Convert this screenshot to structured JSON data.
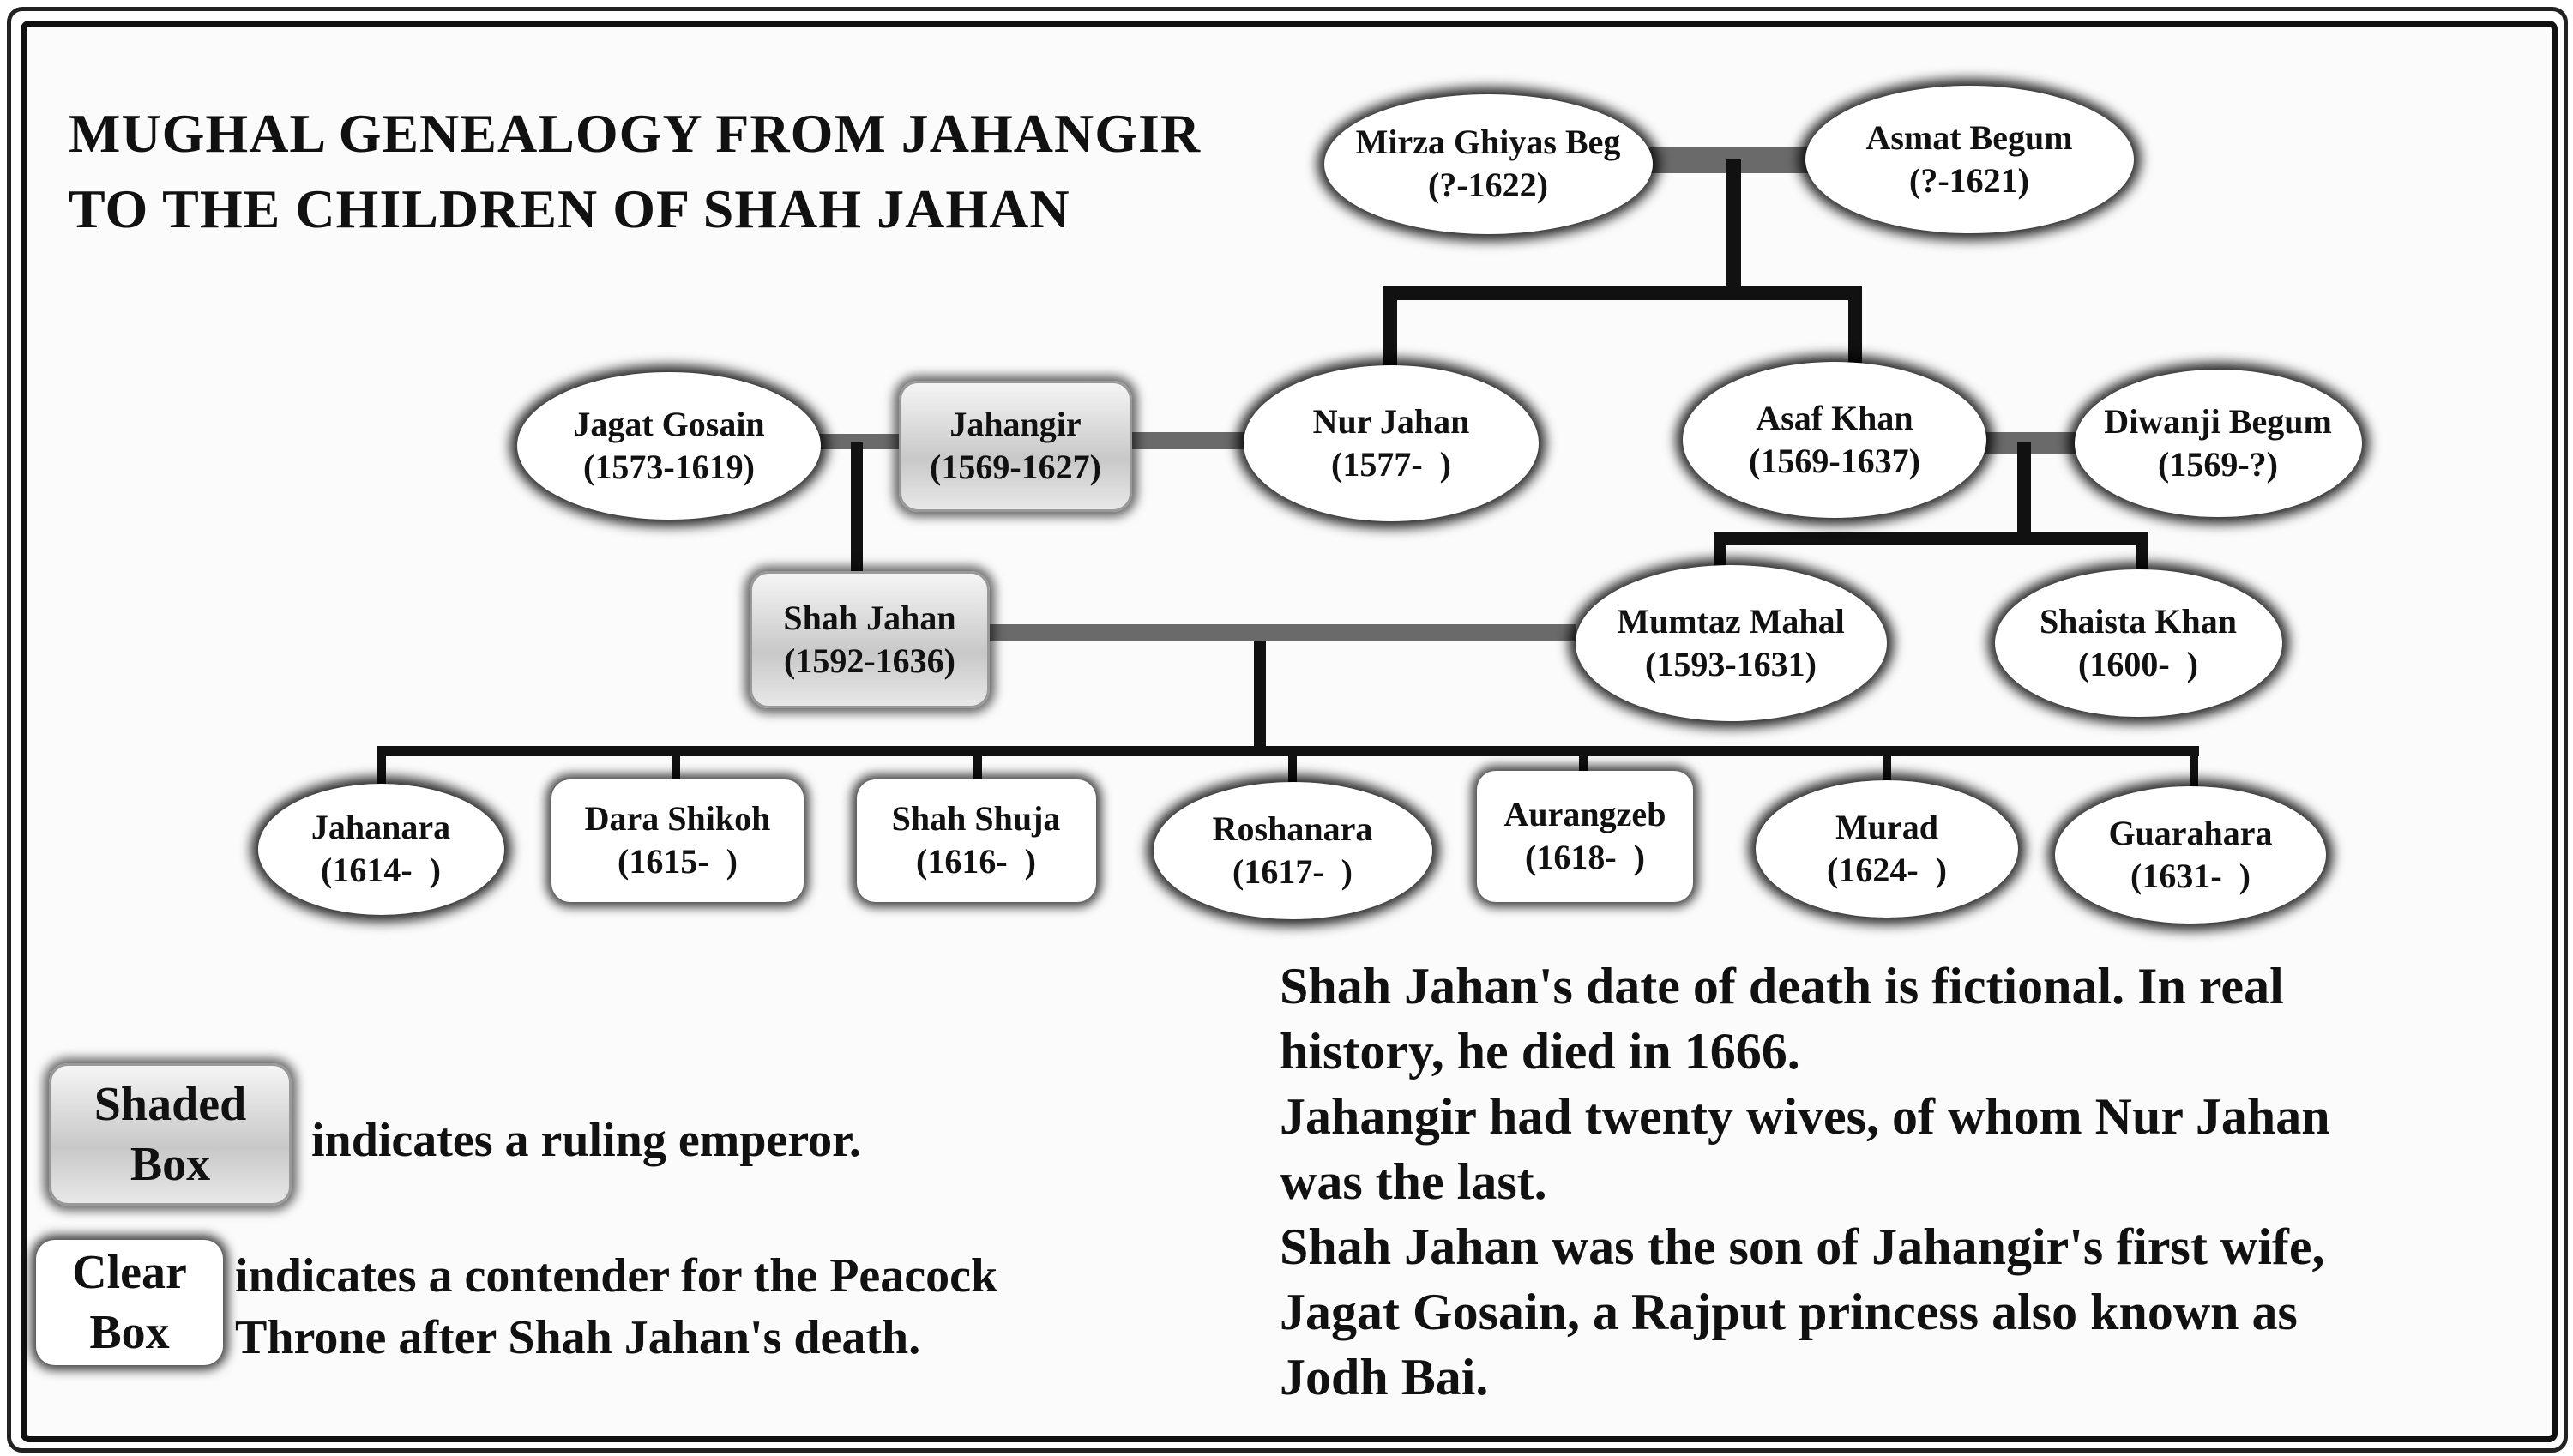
{
  "title": [
    "MUGHAL GENEALOGY FROM JAHANGIR",
    "TO THE CHILDREN OF SHAH JAHAN"
  ],
  "nodes": [
    {
      "id": "mirza",
      "name": "Mirza Ghiyas Beg",
      "dates": "(?-1622)",
      "style": "ellipse"
    },
    {
      "id": "asmat",
      "name": "Asmat Begum",
      "dates": "(?-1621)",
      "style": "ellipse"
    },
    {
      "id": "jagat",
      "name": "Jagat Gosain",
      "dates": "(1573-1619)",
      "style": "ellipse"
    },
    {
      "id": "jahangir",
      "name": "Jahangir",
      "dates": "(1569-1627)",
      "style": "shaded"
    },
    {
      "id": "nur",
      "name": "Nur Jahan",
      "dates": "(1577-  )",
      "style": "ellipse"
    },
    {
      "id": "asaf",
      "name": "Asaf Khan",
      "dates": "(1569-1637)",
      "style": "ellipse"
    },
    {
      "id": "diwanji",
      "name": "Diwanji Begum",
      "dates": "(1569-?)",
      "style": "ellipse"
    },
    {
      "id": "shahjahan",
      "name": "Shah Jahan",
      "dates": "(1592-1636)",
      "style": "shaded"
    },
    {
      "id": "mumtaz",
      "name": "Mumtaz Mahal",
      "dates": "(1593-1631)",
      "style": "ellipse"
    },
    {
      "id": "shaista",
      "name": "Shaista Khan",
      "dates": "(1600-  )",
      "style": "ellipse"
    },
    {
      "id": "jahanara",
      "name": "Jahanara",
      "dates": "(1614-  )",
      "style": "ellipse"
    },
    {
      "id": "dara",
      "name": "Dara Shikoh",
      "dates": "(1615-  )",
      "style": "clear"
    },
    {
      "id": "shuja",
      "name": "Shah Shuja",
      "dates": "(1616-  )",
      "style": "clear"
    },
    {
      "id": "roshanara",
      "name": "Roshanara",
      "dates": "(1617-  )",
      "style": "ellipse"
    },
    {
      "id": "aurangzeb",
      "name": "Aurangzeb",
      "dates": "(1618-  )",
      "style": "clear"
    },
    {
      "id": "murad",
      "name": "Murad",
      "dates": "(1624-  )",
      "style": "ellipse"
    },
    {
      "id": "guarahara",
      "name": "Guarahara",
      "dates": "(1631-  )",
      "style": "ellipse"
    }
  ],
  "legend": {
    "shaded": {
      "box": [
        "Shaded",
        "Box"
      ],
      "text": "indicates a ruling emperor."
    },
    "clear": {
      "box": [
        "Clear",
        "Box"
      ],
      "text": [
        "indicates a contender for the Peacock",
        "Throne after Shah Jahan's death."
      ]
    }
  },
  "notes": [
    "Shah Jahan's date of death is fictional. In real",
    "history, he died in 1666.",
    "Jahangir had twenty wives, of whom Nur Jahan",
    "was the last.",
    "Shah Jahan was the son of Jahangir's first wife,",
    "Jagat Gosain, a Rajput princess also known as",
    "Jodh Bai."
  ]
}
